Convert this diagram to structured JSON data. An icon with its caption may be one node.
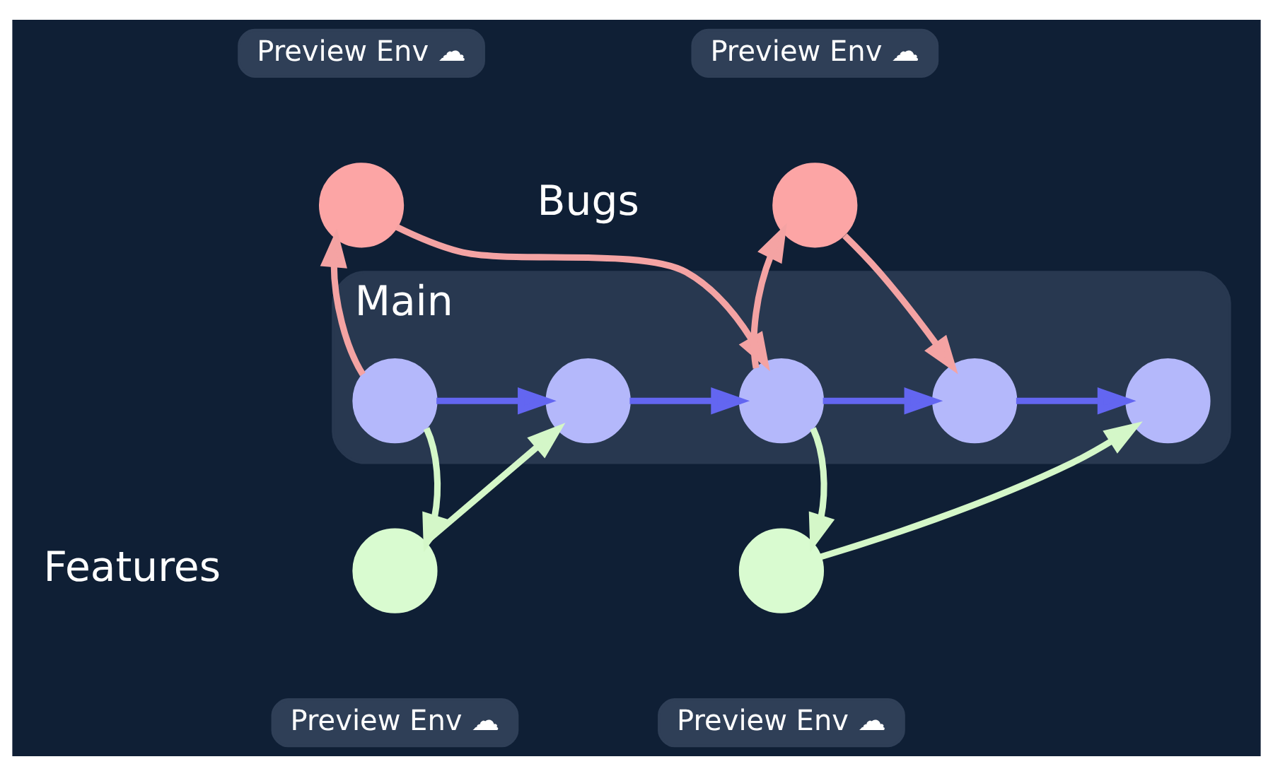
{
  "diagram": {
    "nodes": [
      {
        "text": [],
        "shape": "circle",
        "beside": [
          "Preview Env ☁"
        ]
      },
      {
        "text": [],
        "shape": "circle",
        "beside": [
          "Preview Env ☁"
        ]
      },
      {
        "text": [
          "Main"
        ]
      },
      {
        "text": [],
        "shape": "circle",
        "in": 2
      },
      {
        "text": [],
        "shape": "circle",
        "in": 2
      },
      {
        "text": [],
        "shape": "circle",
        "in": 2
      },
      {
        "text": [],
        "shape": "circle",
        "in": 2
      },
      {
        "text": [],
        "shape": "circle",
        "in": 2
      },
      {
        "text": [],
        "shape": "circle",
        "beside": [
          "Preview Env ☁"
        ]
      },
      {
        "text": [],
        "shape": "circle",
        "beside": [
          "Preview Env ☁"
        ]
      }
    ],
    "edges": [
      {
        "from": 3,
        "to": 4,
        "arrow": "to",
        "color": "#6366f1"
      },
      {
        "from": 4,
        "to": 5,
        "arrow": "to",
        "color": "#6366f1"
      },
      {
        "from": 5,
        "to": 6,
        "arrow": "to",
        "color": "#6366f1"
      },
      {
        "from": 6,
        "to": 7,
        "arrow": "to",
        "color": "#6366f1"
      },
      {
        "from": 3,
        "to": 0,
        "arrow": "to",
        "color": "#f4a3a3"
      },
      {
        "from": 0,
        "to": 5,
        "arrow": "to",
        "color": "#f4a3a3"
      },
      {
        "from": 5,
        "to": 1,
        "arrow": "to",
        "color": "#f4a3a3"
      },
      {
        "from": 1,
        "to": 6,
        "arrow": "to",
        "color": "#f4a3a3"
      },
      {
        "from": 3,
        "to": 8,
        "arrow": "to",
        "color": "#d4f7c8"
      },
      {
        "from": 8,
        "to": 4,
        "arrow": "to",
        "color": "#d4f7c8"
      },
      {
        "from": 5,
        "to": 9,
        "arrow": "to",
        "color": "#d4f7c8"
      },
      {
        "from": 9,
        "to": 7,
        "arrow": "to",
        "color": "#d4f7c8"
      }
    ],
    "labels": [
      "Bugs",
      "Features"
    ]
  }
}
